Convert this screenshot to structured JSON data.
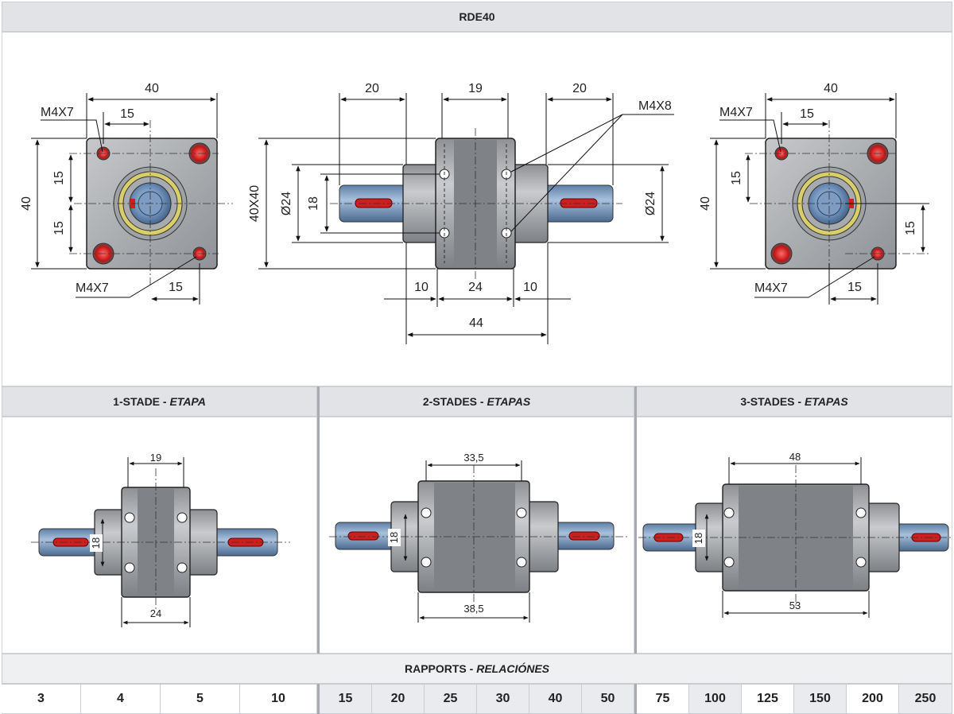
{
  "title": "RDE40",
  "top_drawing": {
    "left_view": {
      "width": "40",
      "height": "40",
      "half_a": "15",
      "half_b": "15",
      "hole_offset_top": "15",
      "hole_offset_bottom": "15",
      "thread_top": "M4X7",
      "thread_bottom": "M4X7"
    },
    "center_view": {
      "left_ext": "20",
      "body": "19",
      "right_ext": "20",
      "thread": "M4X8",
      "section": "40X40",
      "dia_left": "Ø24",
      "pitch": "18",
      "dia_right": "Ø24",
      "lw": "10",
      "mid": "24",
      "rw": "10",
      "overall": "44"
    },
    "right_view": {
      "width": "40",
      "height": "40",
      "v15": "15",
      "h15": "15",
      "v15b": "15",
      "h15b": "15",
      "thread_top": "M4X7",
      "thread_bottom": "M4X7"
    }
  },
  "stages": [
    {
      "label": "1-STADE",
      "sep": " - ",
      "label_es": "ETAPA",
      "top_dim": "19",
      "bottom_dim": "24",
      "side_dim": "18"
    },
    {
      "label": "2-STADES",
      "sep": " - ",
      "label_es": "ETAPAS",
      "top_dim": "33,5",
      "bottom_dim": "38,5",
      "side_dim": "18"
    },
    {
      "label": "3-STADES",
      "sep": " - ",
      "label_es": "ETAPAS",
      "top_dim": "48",
      "bottom_dim": "53",
      "side_dim": "18"
    }
  ],
  "ratios": {
    "label": "RAPPORTS",
    "sep": " - ",
    "label_es": "RELACIÓNES",
    "values": [
      "3",
      "4",
      "5",
      "10",
      "15",
      "20",
      "25",
      "30",
      "40",
      "50",
      "75",
      "100",
      "125",
      "150",
      "200",
      "250"
    ]
  },
  "colors": {
    "header_bg": "#e1e3e6",
    "body_gray": "#a9abae",
    "shaft_blue": "#7f9fc2",
    "slot_red": "#cc1f1f"
  }
}
